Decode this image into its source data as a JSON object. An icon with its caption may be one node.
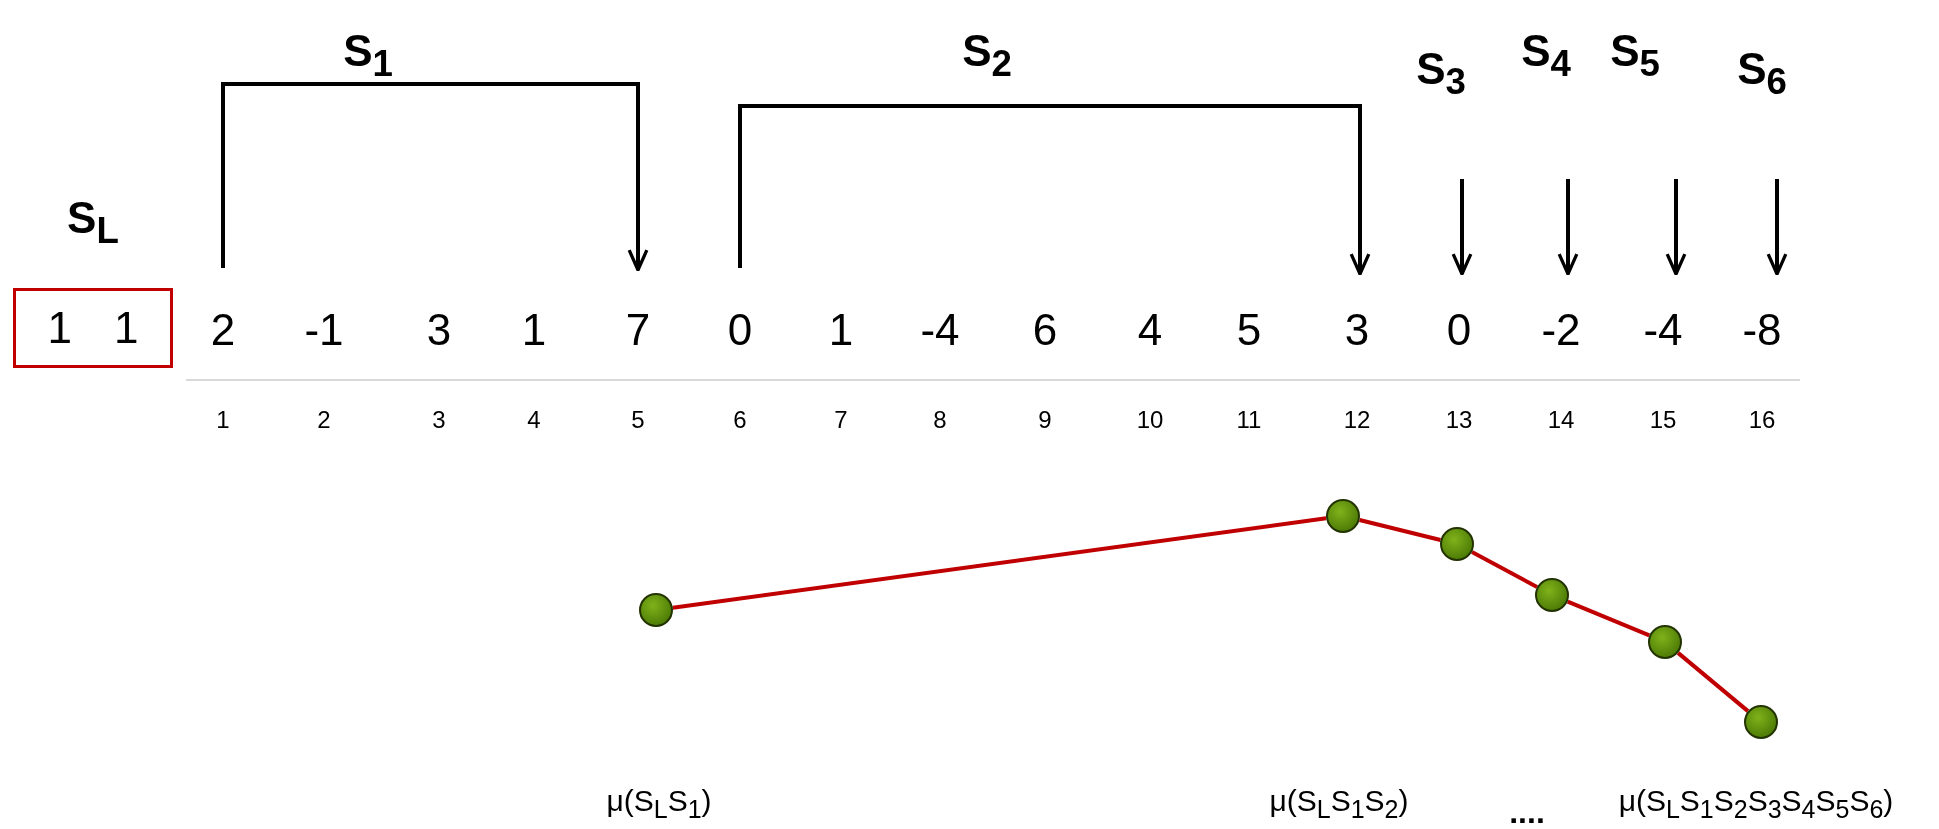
{
  "diagram": {
    "nodes": [
      {
        "text": [
          "1 1"
        ]
      },
      {
        "text": [],
        "shape": "circle"
      },
      {
        "text": [],
        "shape": "circle"
      },
      {
        "text": [],
        "shape": "circle"
      },
      {
        "text": [],
        "shape": "circle"
      },
      {
        "text": [],
        "shape": "circle"
      },
      {
        "text": [],
        "shape": "circle"
      }
    ],
    "edges": [
      {
        "from": 1,
        "to": 2,
        "arrow": "none",
        "color": "#c00000"
      },
      {
        "from": 2,
        "to": 3,
        "arrow": "none",
        "color": "#c00000"
      },
      {
        "from": 3,
        "to": 4,
        "arrow": "none",
        "color": "#c00000"
      },
      {
        "from": 4,
        "to": 5,
        "arrow": "none",
        "color": "#c00000"
      },
      {
        "from": 5,
        "to": 6,
        "arrow": "none",
        "color": "#c00000"
      }
    ],
    "labels": [
      "S$_{1}$",
      "S$_{2}$",
      "S$_{3}$",
      "S$_{4}$",
      "S$_{5}$",
      "S$_{6}$",
      "S$_{L}$",
      "2",
      "-1",
      "3",
      "1",
      "7",
      "0",
      "1",
      "-4",
      "6",
      "4",
      "5",
      "3",
      "0",
      "-2",
      "-4",
      "-8",
      "1",
      "2",
      "3",
      "4",
      "5",
      "6",
      "7",
      "8",
      "9",
      "10",
      "11",
      "12",
      "13",
      "14",
      "15",
      "16",
      "μ(S$_{L}$S$_{1}$)",
      "μ(S$_{L}$S$_{1}$S$_{2}$)",
      "....",
      "μ(S$_{L}$S$_{1}$S$_{2}$S$_{3}$S$_{4}$S$_{5}$S$_{6}$)"
    ]
  }
}
